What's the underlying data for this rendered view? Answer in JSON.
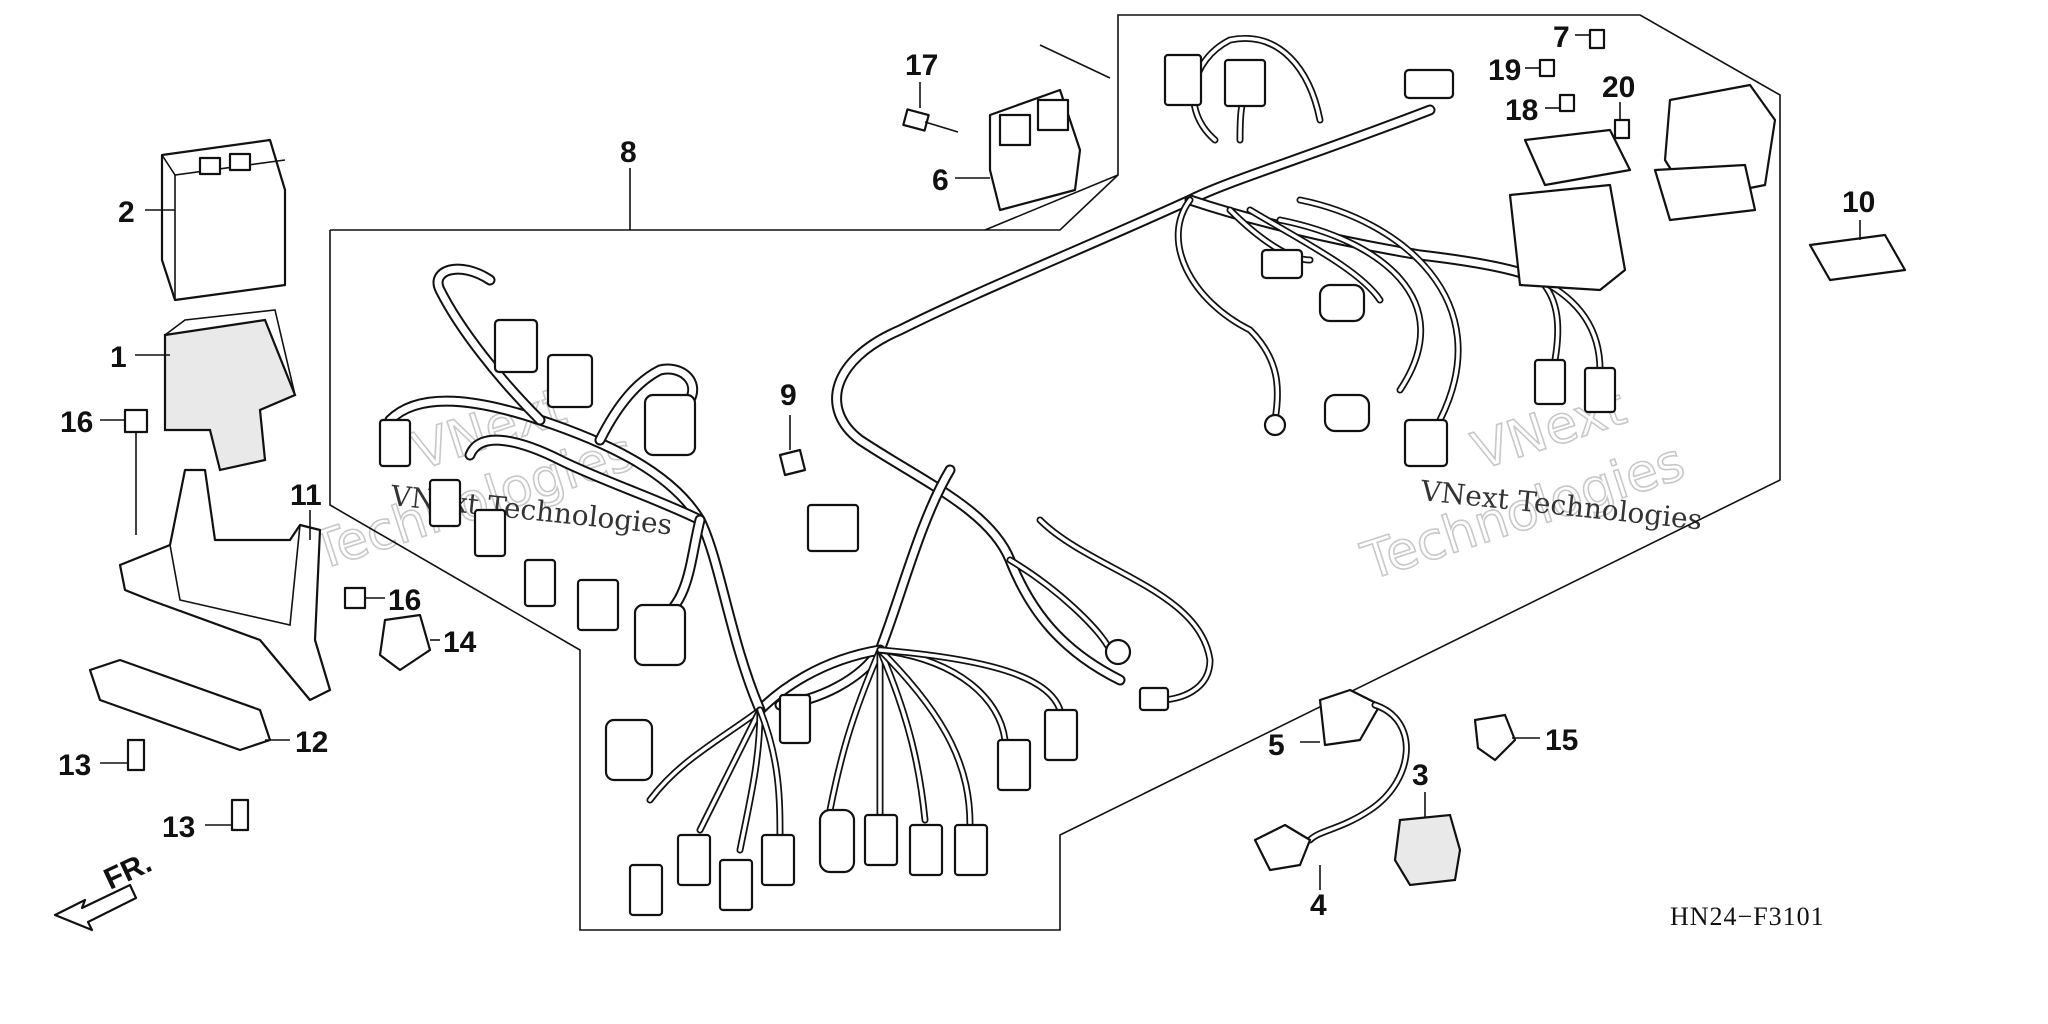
{
  "diagram": {
    "figure_code": "HN24−F3101",
    "direction_label": "FR.",
    "watermark": {
      "line1": "VNext",
      "line2": "Technologies",
      "small": "VNext Technologies"
    },
    "callouts": [
      {
        "id": "c1",
        "text": "1"
      },
      {
        "id": "c2",
        "text": "2"
      },
      {
        "id": "c3",
        "text": "3"
      },
      {
        "id": "c4",
        "text": "4"
      },
      {
        "id": "c5",
        "text": "5"
      },
      {
        "id": "c6",
        "text": "6"
      },
      {
        "id": "c7",
        "text": "7"
      },
      {
        "id": "c8",
        "text": "8"
      },
      {
        "id": "c9",
        "text": "9"
      },
      {
        "id": "c10",
        "text": "10"
      },
      {
        "id": "c11",
        "text": "11"
      },
      {
        "id": "c12",
        "text": "12"
      },
      {
        "id": "c13a",
        "text": "13"
      },
      {
        "id": "c13b",
        "text": "13"
      },
      {
        "id": "c14",
        "text": "14"
      },
      {
        "id": "c15",
        "text": "15"
      },
      {
        "id": "c16a",
        "text": "16"
      },
      {
        "id": "c16b",
        "text": "16"
      },
      {
        "id": "c17",
        "text": "17"
      },
      {
        "id": "c18",
        "text": "18"
      },
      {
        "id": "c19",
        "text": "19"
      },
      {
        "id": "c20",
        "text": "20"
      }
    ]
  }
}
